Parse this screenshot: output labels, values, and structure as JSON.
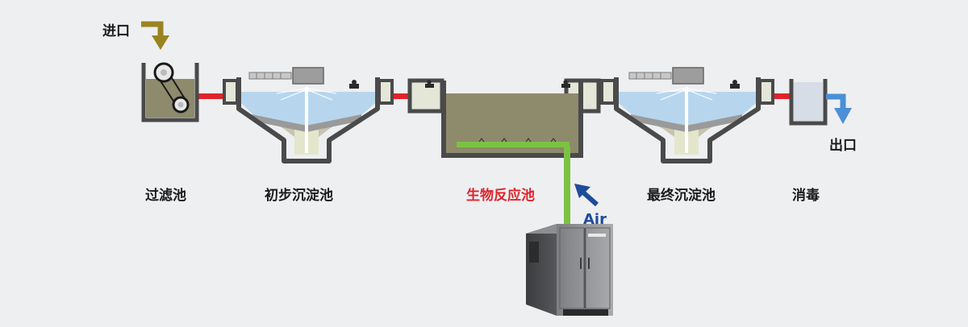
{
  "labels": {
    "inlet": "进口",
    "outlet": "出口",
    "filter": "过滤池",
    "primary": "初步沉淀池",
    "bio": "生物反应池",
    "final": "最终沉淀池",
    "disinfect": "消毒",
    "air": "Air"
  },
  "colors": {
    "highlight": "#e0232b",
    "pipe": "#e0232b",
    "air_pipe": "#7cc242",
    "water": "#b7d6ee",
    "sludge": "#8e8a6c",
    "inlet_arrow": "#9a8420",
    "outlet_arrow": "#4a8fd8",
    "air_arrow": "#1f4c9a"
  }
}
